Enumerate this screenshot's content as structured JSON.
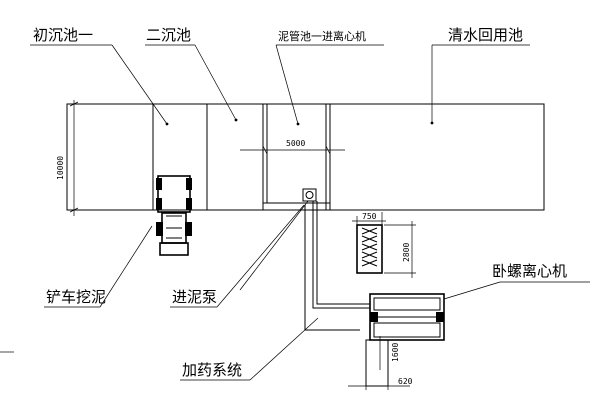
{
  "labels": {
    "primary_tank": "初沉池一",
    "secondary_tank": "二沉池",
    "sludge_to_centrifuge": "泥管池一进离心机",
    "clear_water_tank": "清水回用池",
    "shovel_truck": "铲车挖泥",
    "sludge_pump": "进泥泵",
    "dosing_system": "加药系统",
    "decanter_centrifuge": "卧螺离心机"
  },
  "dimensions": {
    "tank_width": "5000",
    "tank_depth": "10000",
    "rack_width": "750",
    "rack_height": "2800",
    "unit_height": "1600",
    "unit_width": "620"
  }
}
